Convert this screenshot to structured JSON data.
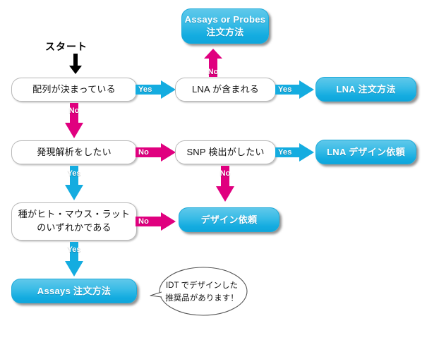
{
  "diagram": {
    "title_text": "スタート",
    "colors": {
      "blue": "#14ACE0",
      "blue_light": "#5FC8EA",
      "pink": "#E0007F",
      "box_border": "#B9B9B9",
      "text": "#111111",
      "white": "#FFFFFF"
    },
    "start": {
      "label": "スタート",
      "arrow_icon": "arrow-down-icon"
    },
    "nodes": {
      "assays_or_probes": {
        "line1": "Assays or Probes",
        "line2": "注文方法",
        "type": "terminal"
      },
      "sequence_decided": {
        "line1": "配列が決まっている",
        "type": "decision"
      },
      "lna_included": {
        "line1": "LNA が含まれる",
        "type": "decision"
      },
      "lna_order": {
        "line1": "LNA 注文方法",
        "type": "terminal"
      },
      "expression_analysis": {
        "line1": "発現解析をしたい",
        "type": "decision"
      },
      "snp_detection": {
        "line1": "SNP 検出がしたい",
        "type": "decision"
      },
      "lna_design_request": {
        "line1": "LNA デザイン依頼",
        "type": "terminal"
      },
      "species_check": {
        "line1": "種がヒト・マウス・ラット",
        "line2": "のいずれかである",
        "type": "decision"
      },
      "design_request": {
        "line1": "デザイン依頼",
        "type": "terminal"
      },
      "assays_order": {
        "line1": "Assays 注文方法",
        "type": "terminal"
      }
    },
    "edges": {
      "seq_to_lna": {
        "label": "Yes",
        "color": "#14ACE0",
        "direction": "right"
      },
      "lna_to_order": {
        "label": "Yes",
        "color": "#14ACE0",
        "direction": "right"
      },
      "lna_to_assays_probes": {
        "label": "No",
        "color": "#E0007F",
        "direction": "up"
      },
      "seq_to_expression": {
        "label": "No",
        "color": "#E0007F",
        "direction": "down"
      },
      "expression_to_snp": {
        "label": "No",
        "color": "#E0007F",
        "direction": "right"
      },
      "snp_to_lna_design": {
        "label": "Yes",
        "color": "#14ACE0",
        "direction": "right"
      },
      "snp_to_design": {
        "label": "No",
        "color": "#E0007F",
        "direction": "down"
      },
      "expression_to_species": {
        "label": "Yes",
        "color": "#14ACE0",
        "direction": "down"
      },
      "species_to_design": {
        "label": "No",
        "color": "#E0007F",
        "direction": "right"
      },
      "species_to_assays": {
        "label": "Yes",
        "color": "#14ACE0",
        "direction": "down"
      }
    },
    "callout": {
      "line1": "IDT でデザインした",
      "line2": "推奨品があります！"
    }
  }
}
